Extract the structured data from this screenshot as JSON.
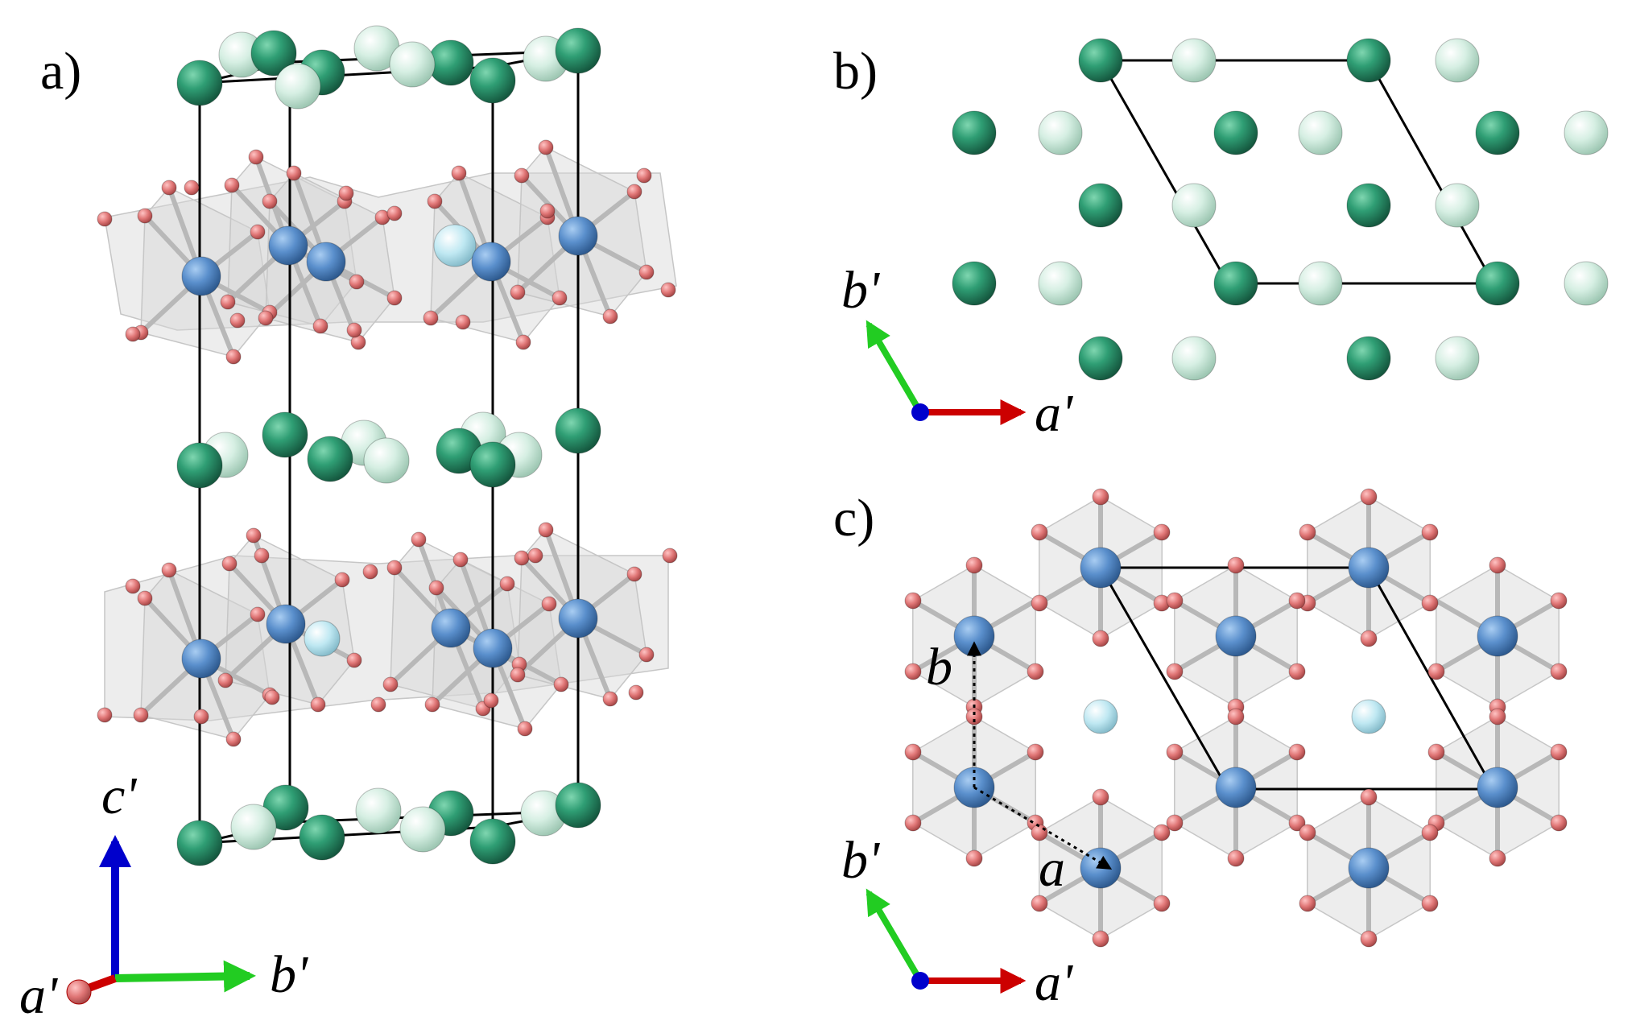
{
  "figure": {
    "panels": [
      {
        "id": "a",
        "label": "a)"
      },
      {
        "id": "b",
        "label": "b)"
      },
      {
        "id": "c",
        "label": "c)"
      }
    ],
    "axes_a": {
      "vertical": "c'",
      "horizontal": "b'",
      "origin": "a'"
    },
    "axes_b": {
      "vertical": "b'",
      "horizontal": "a'"
    },
    "axes_c": {
      "vertical": "b'",
      "horizontal": "a'",
      "vector_b": "b",
      "vector_a": "a"
    },
    "colors": {
      "dark_green_atom": "#2f9e74",
      "light_green_atom": "#d6efe3",
      "blue_atom": "#5a8fcc",
      "light_cyan_atom": "#bfe8f2",
      "oxygen_atom": "#e07676",
      "axis_red": "#cc0000",
      "axis_green": "#22cc22",
      "axis_blue": "#0000cc"
    }
  }
}
